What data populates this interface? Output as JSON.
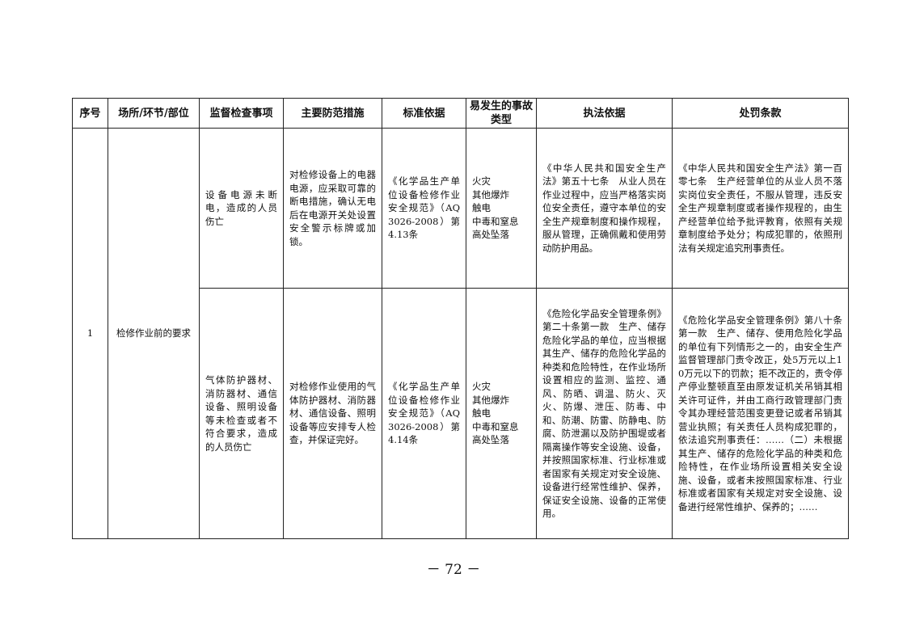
{
  "table": {
    "headers": [
      "序号",
      "场所/环节/部位",
      "监督检查事项",
      "主要防范措施",
      "标准依据",
      "易发生的事故类型",
      "执法依据",
      "处罚条款"
    ],
    "group": {
      "seq": "1",
      "place": "检修作业前的要求"
    },
    "rows": [
      {
        "item": "设备电源未断电，造成的人员伤亡",
        "measure": "对检修设备上的电器电源，应采取可靠的断电措施，确认无电后在电源开关处设置安全警示标牌或加锁。",
        "standard": "《化学品生产单位设备检修作业安全规范》（AQ 3026-2008）第4.13条",
        "accident": "火灾\n其他爆炸\n触电\n中毒和窒息\n高处坠落",
        "law": "《中华人民共和国安全生产法》第五十七条　从业人员在作业过程中，应当严格落实岗位安全责任，遵守本单位的安全生产规章制度和操作规程，服从管理，正确佩戴和使用劳动防护用品。",
        "penalty": "《中华人民共和国安全生产法》第一百零七条　生产经营单位的从业人员不落实岗位安全责任，不服从管理，违反安全生产规章制度或者操作规程的，由生产经营单位给予批评教育，依照有关规章制度给予处分；构成犯罪的，依照刑法有关规定追究刑事责任。"
      },
      {
        "item": "气体防护器材、消防器材、通信设备、照明设备等未检查或者不符合要求，造成的人员伤亡",
        "measure": "对检修作业使用的气体防护器材、消防器材、通信设备、照明设备等应安排专人检查，并保证完好。",
        "standard": "《化学品生产单位设备检修作业安全规范》（AQ 3026-2008）第4.14条",
        "accident": "火灾\n其他爆炸\n触电\n中毒和窒息\n高处坠落",
        "law": "《危险化学品安全管理条例》第二十条第一款　生产、储存危险化学品的单位，应当根据其生产、储存的危险化学品的种类和危险特性，在作业场所设置相应的监测、监控、通风、防晒、调温、防火、灭火、防爆、泄压、防毒、中和、防潮、防雷、防静电、防腐、防泄漏以及防护围堤或者隔离操作等安全设施、设备，并按照国家标准、行业标准或者国家有关规定对安全设施、设备进行经常性维护、保养，保证安全设施、设备的正常使用。",
        "penalty": "《危险化学品安全管理条例》第八十条第一款　生产、储存、使用危险化学品的单位有下列情形之一的，由安全生产监督管理部门责令改正，处5万元以上10万元以下的罚款；拒不改正的，责令停产停业整顿直至由原发证机关吊销其相关许可证件，并由工商行政管理部门责令其办理经营范围变更登记或者吊销其营业执照；有关责任人员构成犯罪的，依法追究刑事责任：……（二）未根据其生产、储存的危险化学品的种类和危险特性，在作业场所设置相关安全设施、设备，或者未按照国家标准、行业标准或者国家有关规定对安全设施、设备进行经常性维护、保养的；……"
      }
    ]
  },
  "page_number": "－ 72 －"
}
